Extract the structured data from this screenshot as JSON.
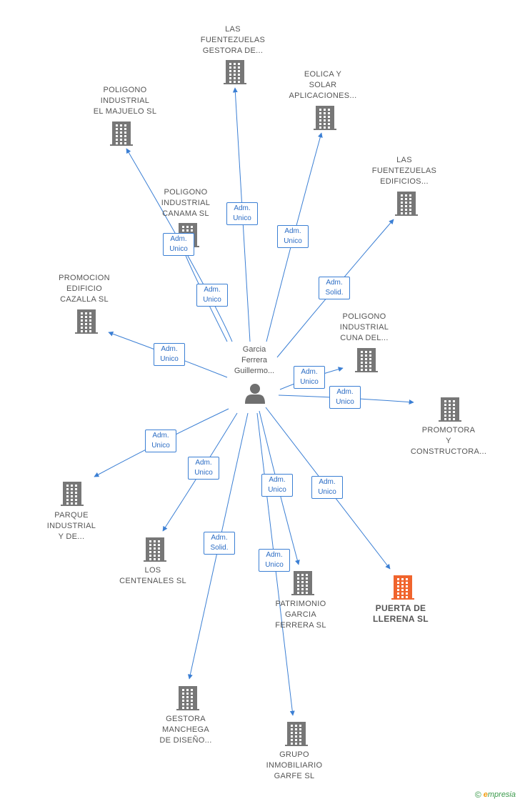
{
  "colors": {
    "edge": "#3b7fd4",
    "building": "#777777",
    "building_highlight": "#f0642d",
    "person": "#6f6f6f"
  },
  "center": {
    "name_lines": [
      "Garcia",
      "Ferrera",
      "Guillermo..."
    ],
    "icon": "person-icon"
  },
  "companies": [
    {
      "id": "las-fuentezuelas-gestora",
      "lines": [
        "LAS",
        "FUENTEZUELAS",
        "GESTORA DE..."
      ],
      "icon": "building-icon",
      "highlight": false
    },
    {
      "id": "eolica-y-solar",
      "lines": [
        "EOLICA Y",
        "SOLAR",
        "APLICACIONES..."
      ],
      "icon": "building-icon",
      "highlight": false
    },
    {
      "id": "poligono-el-majuelo",
      "lines": [
        "POLIGONO",
        "INDUSTRIAL",
        "EL MAJUELO SL"
      ],
      "icon": "building-icon",
      "highlight": false
    },
    {
      "id": "las-fuentezuelas-edificios",
      "lines": [
        "LAS",
        "FUENTEZUELAS",
        "EDIFICIOS..."
      ],
      "icon": "building-icon",
      "highlight": false
    },
    {
      "id": "poligono-canama",
      "lines": [
        "POLIGONO",
        "INDUSTRIAL",
        "CANAMA SL"
      ],
      "icon": "building-icon",
      "highlight": false
    },
    {
      "id": "promocion-cazalla",
      "lines": [
        "PROMOCION",
        "EDIFICIO",
        "CAZALLA SL"
      ],
      "icon": "building-icon",
      "highlight": false
    },
    {
      "id": "poligono-cuna",
      "lines": [
        "POLIGONO",
        "INDUSTRIAL",
        "CUNA DEL..."
      ],
      "icon": "building-icon",
      "highlight": false
    },
    {
      "id": "promotora-constructora",
      "lines": [
        "PROMOTORA",
        "Y",
        "CONSTRUCTORA..."
      ],
      "icon": "building-icon",
      "highlight": false
    },
    {
      "id": "parque-industrial",
      "lines": [
        "PARQUE",
        "INDUSTRIAL",
        "Y DE..."
      ],
      "icon": "building-icon",
      "highlight": false
    },
    {
      "id": "los-centenales",
      "lines": [
        "LOS",
        "CENTENALES SL"
      ],
      "icon": "building-icon",
      "highlight": false
    },
    {
      "id": "patrimonio-garcia",
      "lines": [
        "PATRIMONIO",
        "GARCIA",
        "FERRERA SL"
      ],
      "icon": "building-icon",
      "highlight": false
    },
    {
      "id": "puerta-de-llerena",
      "lines": [
        "PUERTA DE",
        "LLERENA SL"
      ],
      "icon": "building-icon",
      "highlight": true
    },
    {
      "id": "gestora-manchega",
      "lines": [
        "GESTORA",
        "MANCHEGA",
        "DE DISEÑO..."
      ],
      "icon": "building-icon",
      "highlight": false
    },
    {
      "id": "grupo-inmobiliario",
      "lines": [
        "GRUPO",
        "INMOBILIARIO",
        "GARFE SL"
      ],
      "icon": "building-icon",
      "highlight": false
    }
  ],
  "edges": [
    {
      "to": "las-fuentezuelas-gestora",
      "role": [
        "Adm.",
        "Unico"
      ]
    },
    {
      "to": "eolica-y-solar",
      "role": [
        "Adm.",
        "Unico"
      ]
    },
    {
      "to": "poligono-el-majuelo",
      "role": [
        "Adm.",
        "Unico"
      ]
    },
    {
      "to": "las-fuentezuelas-edificios",
      "role": [
        "Adm.",
        "Solid."
      ]
    },
    {
      "to": "poligono-canama",
      "role": [
        "Adm.",
        "Unico"
      ]
    },
    {
      "to": "promocion-cazalla",
      "role": [
        "Adm.",
        "Unico"
      ]
    },
    {
      "to": "poligono-cuna",
      "role": [
        "Adm.",
        "Unico"
      ]
    },
    {
      "to": "promotora-constructora",
      "role": [
        "Adm.",
        "Unico"
      ]
    },
    {
      "to": "parque-industrial",
      "role": [
        "Adm.",
        "Unico"
      ]
    },
    {
      "to": "los-centenales",
      "role": [
        "Adm.",
        "Unico"
      ]
    },
    {
      "to": "patrimonio-garcia",
      "role": [
        "Adm.",
        "Unico"
      ]
    },
    {
      "to": "puerta-de-llerena",
      "role": [
        "Adm.",
        "Unico"
      ]
    },
    {
      "to": "gestora-manchega",
      "role": [
        "Adm.",
        "Solid."
      ]
    },
    {
      "to": "grupo-inmobiliario",
      "role": [
        "Adm.",
        "Unico"
      ]
    }
  ],
  "footer": {
    "copyright_symbol": "©",
    "brand_initial": "e",
    "brand_rest": "mpresia"
  }
}
